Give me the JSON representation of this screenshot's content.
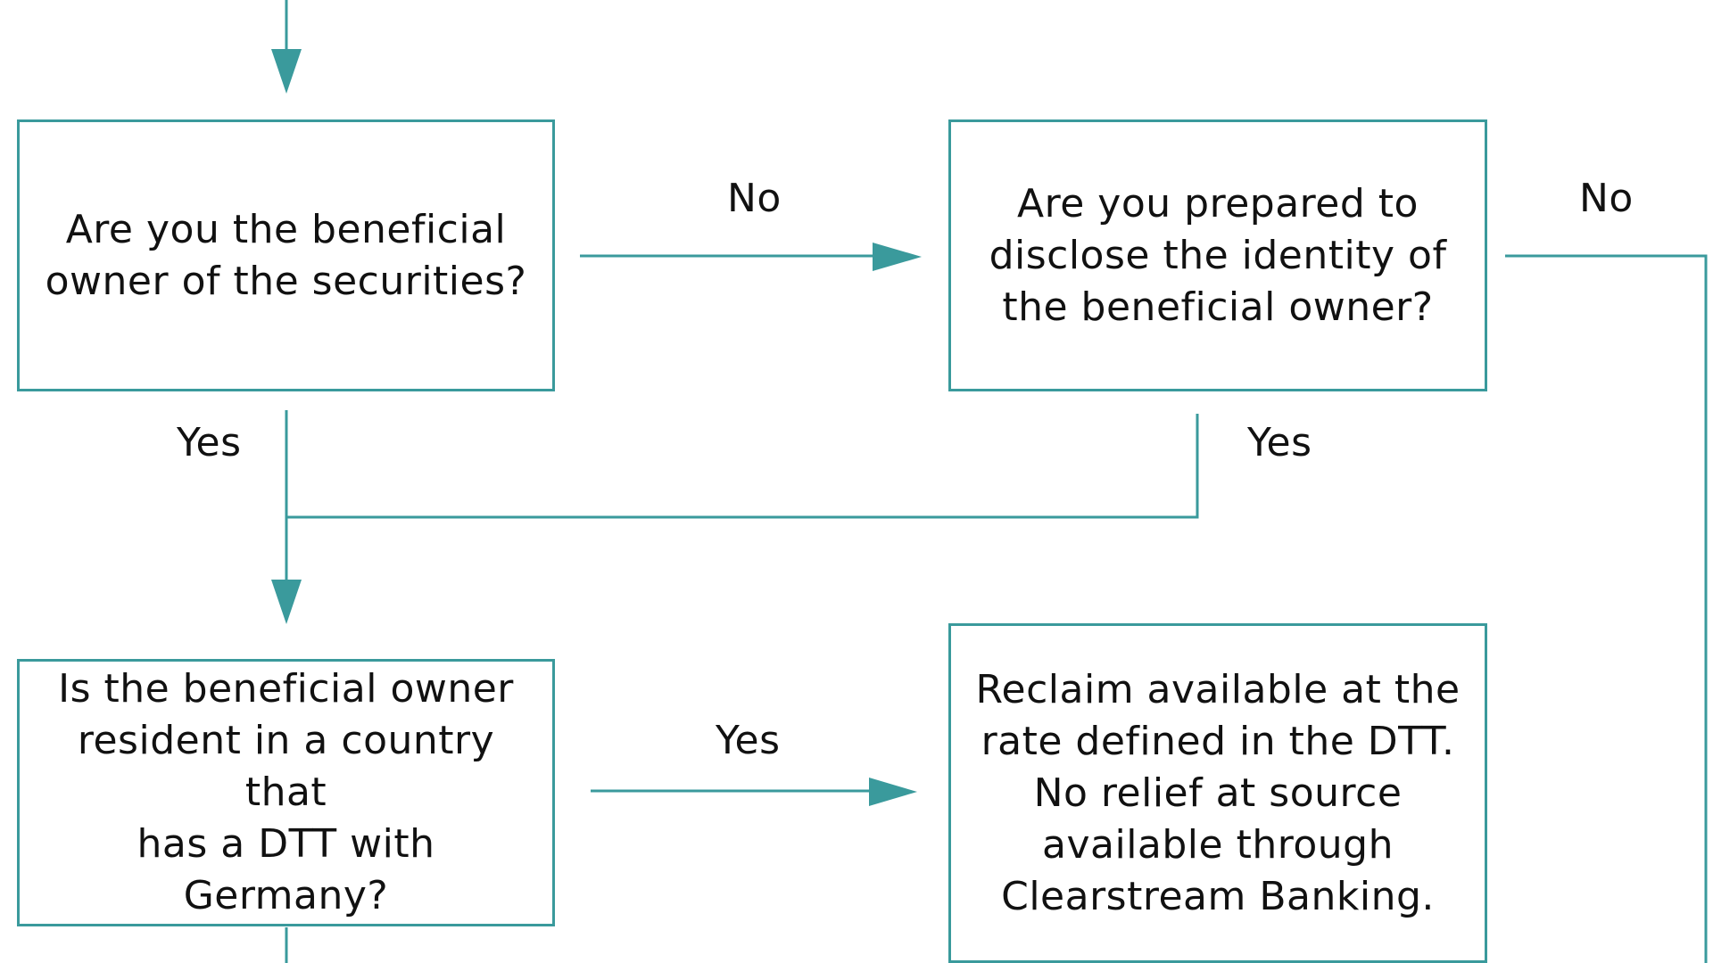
{
  "colors": {
    "line": "#3a9a9c",
    "text": "#111111",
    "background": "#ffffff"
  },
  "nodes": {
    "q_beneficial_owner": "Are you the beneficial\nowner of the securities?",
    "q_disclose_identity": "Are you prepared to\ndisclose the identity of\nthe beneficial owner?",
    "q_resident_dtt": "Is the beneficial owner\nresident in a country that\nhas a DTT with Germany?",
    "result_reclaim": "Reclaim available at the\nrate defined in the DTT.\nNo relief at source\navailable through\nClearstream Banking."
  },
  "edge_labels": {
    "q1_no": "No",
    "q2_no": "No",
    "q1_yes": "Yes",
    "q2_yes": "Yes",
    "q3_yes": "Yes"
  }
}
